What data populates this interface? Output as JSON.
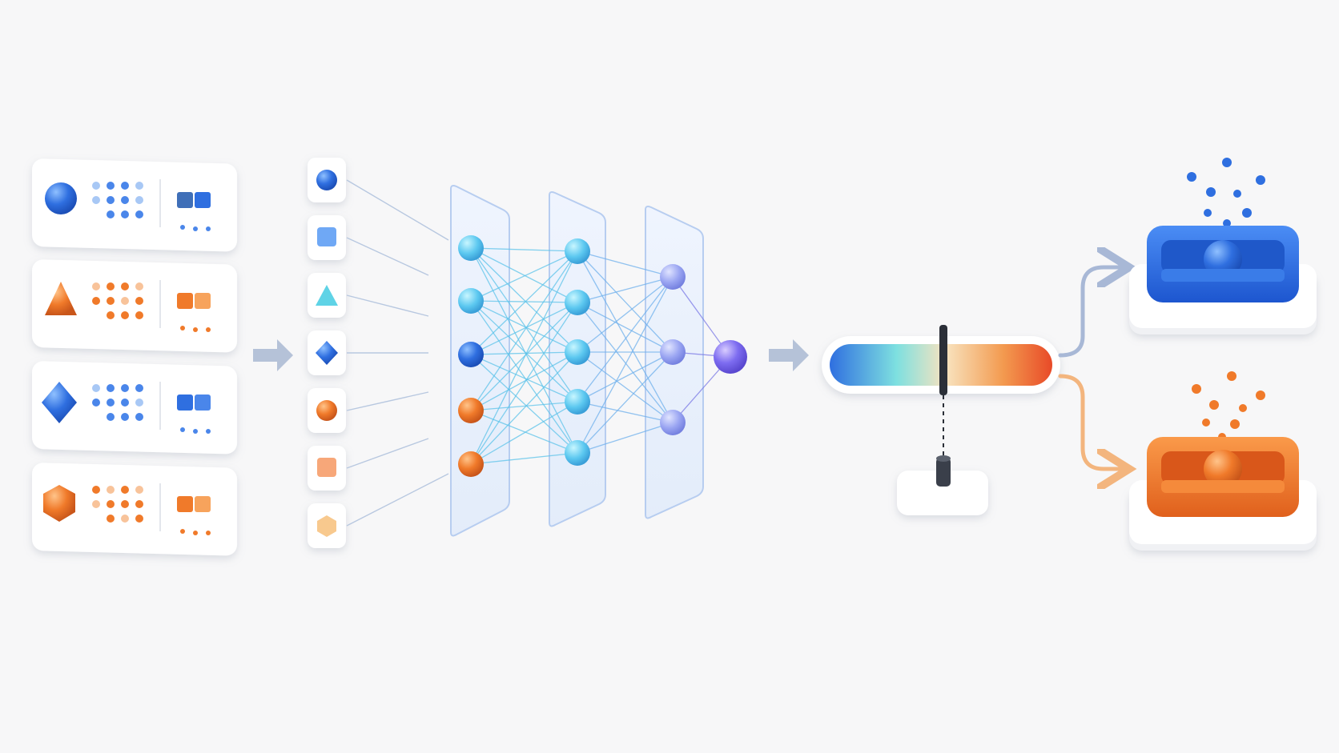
{
  "diagram": {
    "type": "classification-pipeline",
    "colors": {
      "blue": "#2f6fe0",
      "blue_light": "#6fa8f5",
      "orange": "#f07a2a",
      "orange_light": "#f7a35c",
      "cyan": "#5fd3e6",
      "purple": "#7d6cf0",
      "panel_glass": "#dde9fb",
      "background": "#f7f7f8"
    },
    "input_cards": [
      {
        "shape": "circle-icon",
        "group": "blue"
      },
      {
        "shape": "triangle-icon",
        "group": "orange"
      },
      {
        "shape": "diamond-icon",
        "group": "blue"
      },
      {
        "shape": "hexagon-icon",
        "group": "orange"
      }
    ],
    "feature_chips": [
      {
        "shape": "circle-icon",
        "group": "blue"
      },
      {
        "shape": "square-icon",
        "group": "blue"
      },
      {
        "shape": "triangle-icon",
        "group": "cyan"
      },
      {
        "shape": "diamond-icon",
        "group": "blue"
      },
      {
        "shape": "circle-icon",
        "group": "orange"
      },
      {
        "shape": "square-icon",
        "group": "orange"
      },
      {
        "shape": "hexagon-icon",
        "group": "orange"
      }
    ],
    "network": {
      "layers": [
        [
          "cyan",
          "cyan",
          "blue",
          "orange",
          "orange"
        ],
        [
          "cyan",
          "cyan",
          "cyan",
          "cyan",
          "cyan"
        ],
        [
          "lavender",
          "lavender",
          "lavender"
        ],
        [
          "purple"
        ]
      ]
    },
    "score_bar": {
      "gradient": [
        "#2f6fe0",
        "#7ee0e0",
        "#f8d9a8",
        "#f07a2a",
        "#e8502a"
      ],
      "threshold": 0.5
    },
    "outputs": [
      {
        "name": "blue-bin",
        "group": "blue"
      },
      {
        "name": "orange-bin",
        "group": "orange"
      }
    ]
  }
}
